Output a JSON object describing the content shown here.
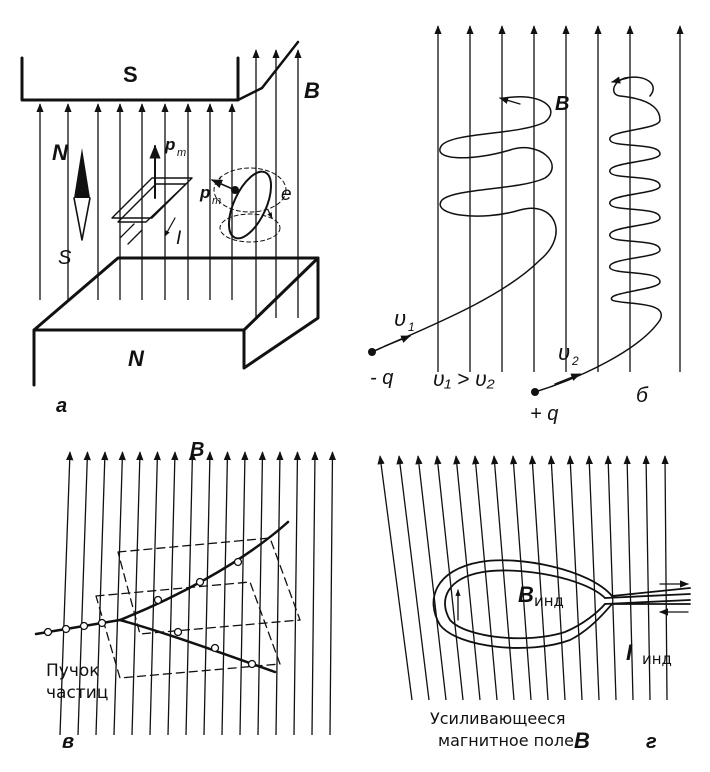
{
  "panel_a": {
    "tag": "а",
    "pole_top": "S",
    "pole_bottom": "N",
    "needle_north": "N",
    "needle_south": "S",
    "field": "B",
    "moment": "p",
    "moment_sub": "m",
    "moment2": "p",
    "moment2_sub": "m",
    "moment2_mark": "'",
    "current": "I",
    "electron": "e"
  },
  "panel_b": {
    "tag": "б",
    "field": "B",
    "v1": "υ",
    "v1_sub": "1",
    "v2": "υ",
    "v2_sub": "2",
    "compare": "υ₁ > υ₂",
    "minus_q": "- q",
    "plus_q": "+ q"
  },
  "panel_c": {
    "tag": "в",
    "field": "B",
    "beam_line1": "Пучок",
    "beam_line2": "частиц"
  },
  "panel_d": {
    "tag": "г",
    "field_ind": "B",
    "field_ind_sub": "инд",
    "current_ind": "I",
    "current_ind_sub": "инд",
    "caption_line1": "Усиливающееся",
    "caption_line2": "магнитное поле",
    "caption_B": "B"
  }
}
